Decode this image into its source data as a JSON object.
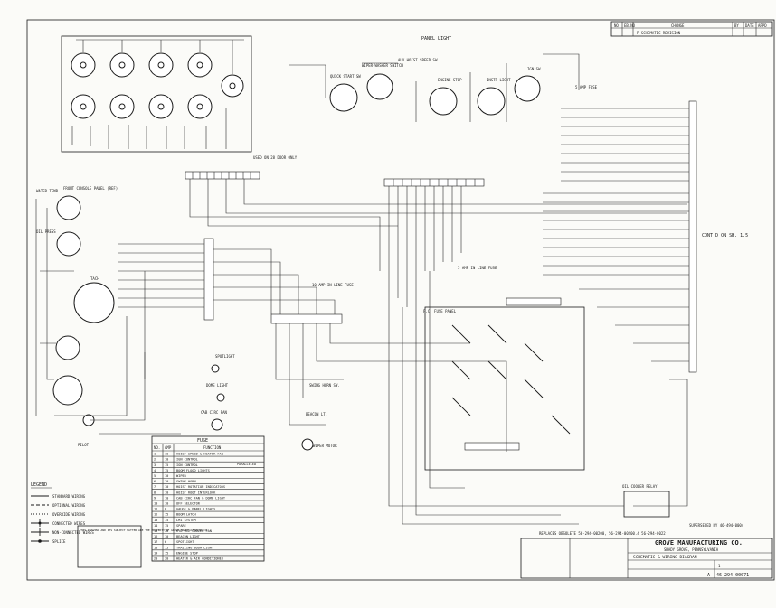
{
  "revision_block": {
    "headers": [
      "NO",
      "EB.NO",
      "CHANGE",
      "BY",
      "DATE",
      "APPD"
    ],
    "note": "P SCHEMATIC REVISION"
  },
  "labels": {
    "panel_light": "PANEL LIGHT",
    "aux_hoist": "AUX HOIST SPEED SW",
    "quick_start": "QUICK START SW",
    "wiper_washer": "WIPER-WASHER SWITCH",
    "eng_stop": "ENGINE STOP",
    "instr_light": "INSTR LIGHT",
    "ign_sw": "IGN SW",
    "amp_fuse": "5 AMP FUSE",
    "used_on": "USED ON 28 DOOR ONLY",
    "front_console": "FRONT CONSOLE PANEL (REF)",
    "water_temp": "WATER TEMP",
    "oil_press": "OIL PRESS",
    "tach": "TACH",
    "pilot": "PILOT",
    "spotlight": "SPOTLIGHT",
    "dome_light": "DOME LIGHT",
    "cab_circ_fan": "CAB CIRC FAN",
    "swing_horn": "SWING HORN SW.",
    "beacon": "BEACON LT.",
    "wiper_motor": "WIPER MOTOR",
    "inline_fuse": "10 AMP IN LINE FUSE",
    "in_line_fuse": "5 AMP IN LINE FUSE",
    "fuse_panel": "F.C. FUSE PANEL",
    "cont_on": "CONT'D ON SH. 1.5",
    "oil_cooler_relay": "OIL COOLER RELAY",
    "superseded": "SUPERSEDED BY 46-494-0004",
    "replaces": "REPLACES OBSOLETE 56-294-00200, 56-294-00200.4 56-294-0022"
  },
  "fuse_table": {
    "title": "FUSE",
    "headers": [
      "NO.",
      "AMP",
      "FUNCTION"
    ],
    "rows": [
      [
        "1",
        "10",
        "HOIST SPEED & HEATER FAN"
      ],
      [
        "2",
        "10",
        "IGN CONTROL"
      ],
      [
        "3",
        "15",
        "IGN CONTROL"
      ],
      [
        "4",
        "15",
        "BOOM FLOOD LIGHTS"
      ],
      [
        "5",
        "10",
        "WIPER"
      ],
      [
        "6",
        "10",
        "SWING HORN"
      ],
      [
        "7",
        "10",
        "HOIST ROTATION INDICATORS"
      ],
      [
        "8",
        "10",
        "HOIST ROOT INTERLOCK"
      ],
      [
        "9",
        "10",
        "CAB CIRC FAN & DOME LIGHT"
      ],
      [
        "10",
        "10",
        "OFF SELECTOR"
      ],
      [
        "11",
        "6",
        "GAUGE & PANEL LIGHTS"
      ],
      [
        "12",
        "15",
        "BOOM LATCH"
      ],
      [
        "13",
        "15",
        "LMI SYSTEM"
      ],
      [
        "14",
        "15",
        "SPARE"
      ],
      [
        "15",
        "30",
        "HYD OIL COOLER FAN"
      ],
      [
        "16",
        "10",
        "BEACON LIGHT"
      ],
      [
        "17",
        "6",
        "SPOTLIGHT"
      ],
      [
        "18",
        "15",
        "TRAILING BOOM LIGHT"
      ],
      [
        "19",
        "15",
        "ENGINE STOP"
      ],
      [
        "20",
        "30",
        "HEATER & AIR CONDITIONER"
      ]
    ],
    "note": "PARALLELED"
  },
  "legend": {
    "title": "LEGEND",
    "items": [
      "STANDARD WIRING",
      "OPTIONAL WIRING",
      "OVERRIDE WIRING",
      "CONNECTED WIRES",
      "NON-CONNECTED WIRES",
      "SPLICE"
    ]
  },
  "title_block": {
    "company": "GROVE MANUFACTURING CO.",
    "location": "SHADY GROVE, PENNSYLVANIA",
    "title": "SCHEMATIC & WIRING DIAGRAM",
    "drawing_no": "46-294-00071",
    "sheet": "1",
    "part_no": "A"
  },
  "notes": {
    "text": "THIS DRAWING AND ITS SUBJECT MATTER ARE THE PROPERTY OF GROVE MANUFACTURING CO."
  },
  "colors": {
    "ink": "#1a1a1a",
    "paper": "#fbfbf8"
  }
}
